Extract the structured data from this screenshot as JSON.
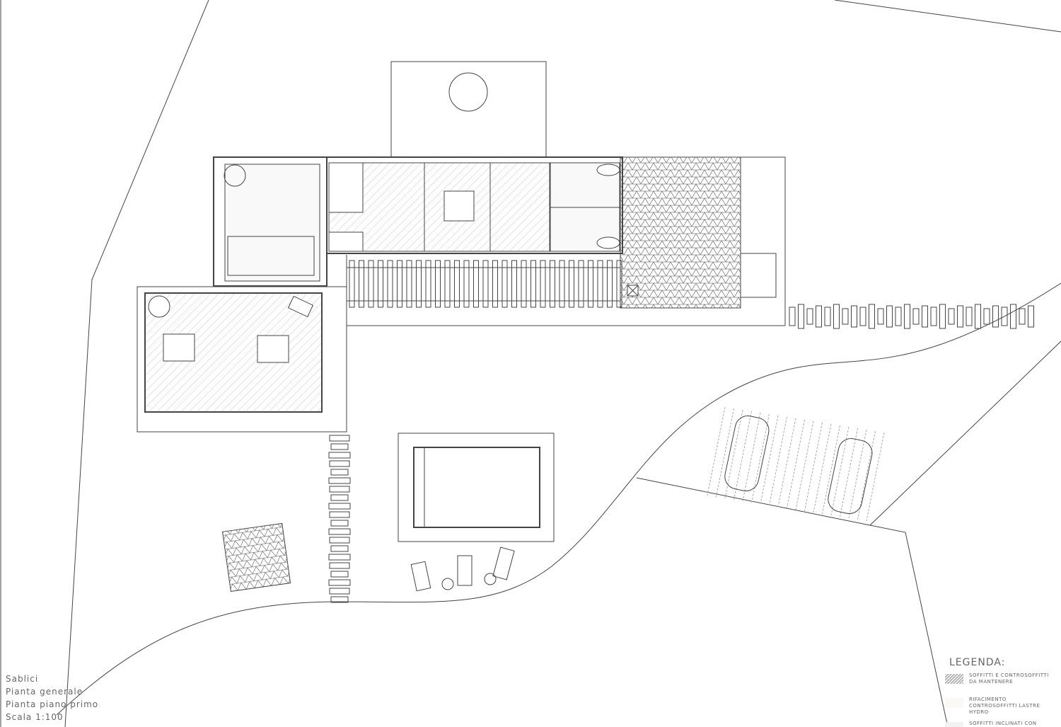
{
  "title_block": {
    "project": "Sablici",
    "line1": "Pianta generale",
    "line2": "Pianta piano primo",
    "scale": "Scala 1:100"
  },
  "legend": {
    "title": "LEGENDA:",
    "items": [
      {
        "label": "SOFFITTI E CONTROSOFFITTI DA MANTENERE",
        "color": "#999999"
      },
      {
        "label": "RIFACIMENTO CONTROSOFFITTI LASTRE HYDRO",
        "color": "#fbf9f6"
      },
      {
        "label": "SOFFITTI INCLINATI CON TRAVI A VISTA",
        "color": "#f3f3f3"
      }
    ]
  }
}
